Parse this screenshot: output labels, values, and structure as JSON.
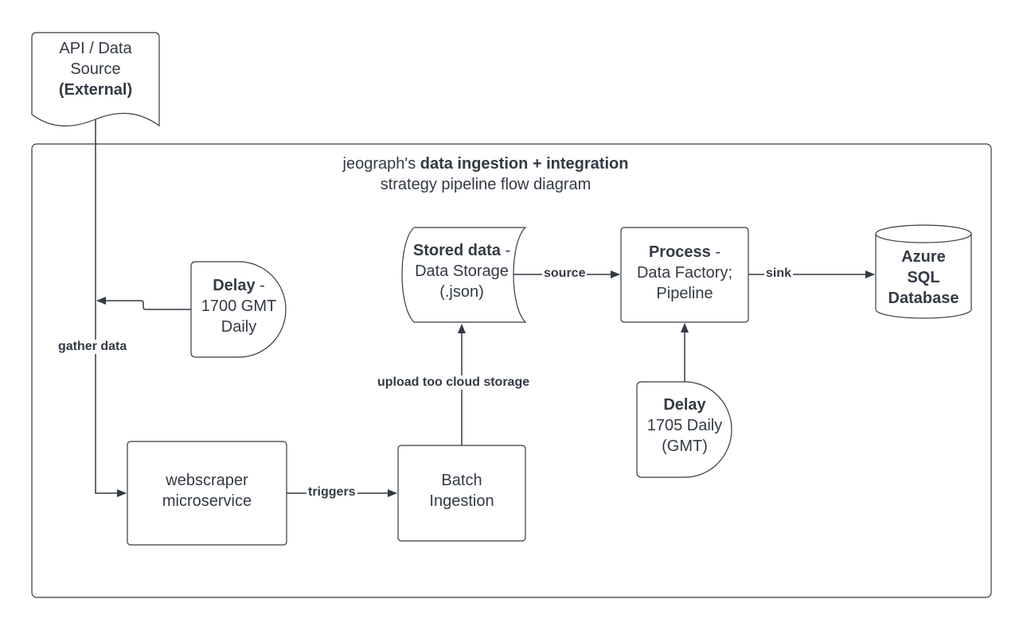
{
  "title": {
    "prefix": "jeograph's ",
    "bold": "data ingestion + integration",
    "line2": "strategy pipeline flow diagram"
  },
  "nodes": {
    "api_source": {
      "line1": "API / Data",
      "line2": "Source",
      "line3": "(External)"
    },
    "delay_1700": {
      "bold": "Delay",
      "suffix": " -",
      "line2": "1700 GMT",
      "line3": "Daily"
    },
    "stored_data": {
      "bold": "Stored data",
      "suffix": " -",
      "line2": "Data Storage",
      "line3": "(.json)"
    },
    "process": {
      "bold": "Process",
      "suffix": " -",
      "line2": "Data Factory;",
      "line3": "Pipeline"
    },
    "azure_sql": {
      "line1": "Azure",
      "line2": "SQL",
      "line3": "Database"
    },
    "webscraper": {
      "line1": "webscraper",
      "line2": "microservice"
    },
    "batch": {
      "line1": "Batch",
      "line2": "Ingestion"
    },
    "delay_1705": {
      "bold": "Delay",
      "line2": "1705 Daily",
      "line3": "(GMT)"
    }
  },
  "edges": {
    "gather": "gather data",
    "triggers": "triggers",
    "upload": "upload too cloud storage",
    "source": "source",
    "sink": "sink"
  },
  "colors": {
    "stroke": "#333a45",
    "background": "#ffffff"
  }
}
